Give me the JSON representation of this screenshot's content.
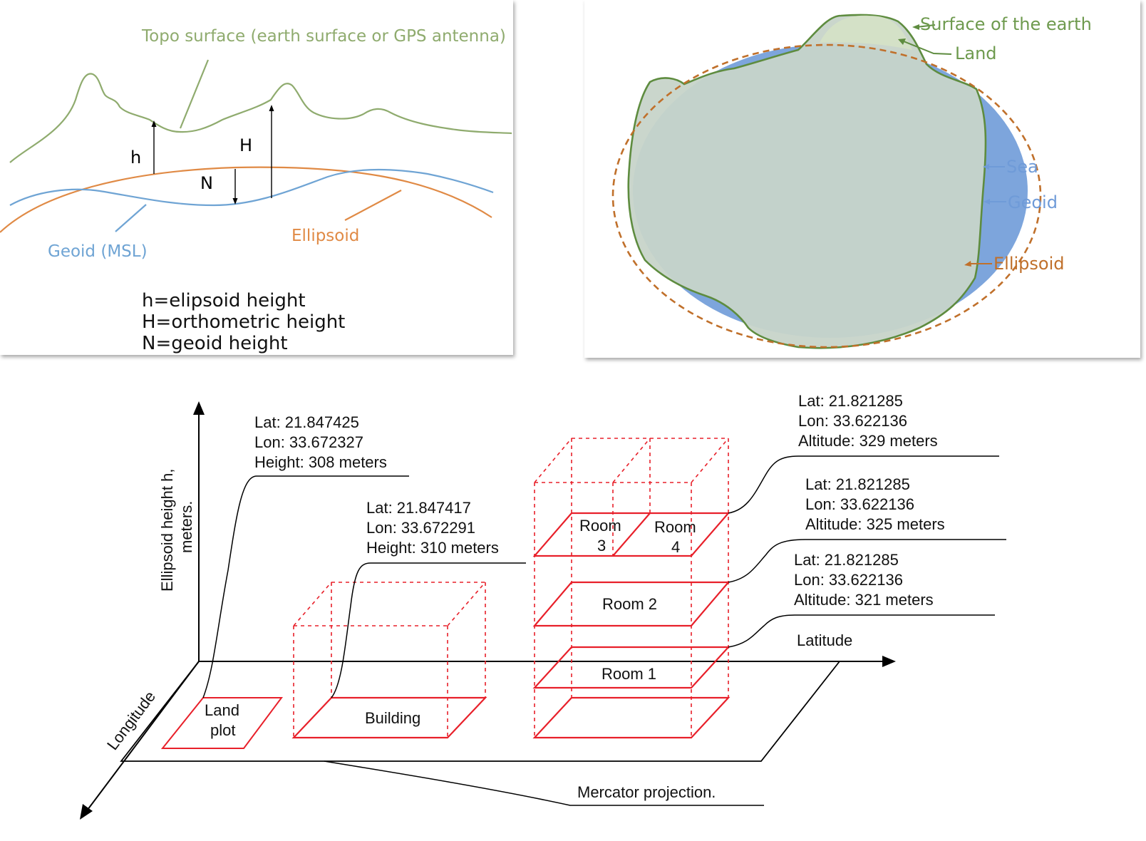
{
  "panel_a": {
    "topo_label": "Topo surface (earth surface or GPS antenna)",
    "geoid_label": "Geoid (MSL)",
    "ellipsoid_label": "Ellipsoid",
    "h_label": "h",
    "H_label": "H",
    "N_label": "N",
    "legend": [
      "h=elipsoid height",
      "H=orthometric height",
      "N=geoid height"
    ],
    "colors": {
      "topo": "#8fab6e",
      "geoid": "#6fa4d4",
      "ellipsoid": "#e08a45"
    }
  },
  "panel_b": {
    "surface_label": "Surface of the earth",
    "land_label": "Land",
    "sea_label": "Sea",
    "geoid_label": "Geoid",
    "ellipsoid_label": "Ellipsoid",
    "colors": {
      "land_line": "#5e8c3f",
      "sea": "#6f9bd8",
      "ellipsoid": "#c0702b"
    }
  },
  "panel_c": {
    "y_axis_label_1": "Ellipsoid height h,",
    "y_axis_label_2": "meters.",
    "x_axis_label": "Latitude",
    "z_axis_label": "Longitude",
    "projection_label": "Mercator projection.",
    "land_plot": [
      "Land",
      "plot"
    ],
    "building": "Building",
    "room1": "Room 1",
    "room2": "Room 2",
    "room3": [
      "Room",
      "3"
    ],
    "room4": [
      "Room",
      "4"
    ],
    "ann_land": [
      "Lat: 21.847425",
      "Lon: 33.672327",
      "Height: 308 meters"
    ],
    "ann_building": [
      "Lat: 21.847417",
      "Lon: 33.672291",
      "Height: 310 meters"
    ],
    "ann_room34": [
      "Lat: 21.821285",
      "Lon:  33.622136",
      "Altitude: 329 meters"
    ],
    "ann_room2": [
      "Lat: 21.821285",
      "Lon:  33.622136",
      "Altitude: 325 meters"
    ],
    "ann_room1": [
      "Lat: 21.821285",
      "Lon:  33.622136",
      "Altitude: 321 meters"
    ],
    "colors": {
      "shape": "#e8202a"
    }
  }
}
